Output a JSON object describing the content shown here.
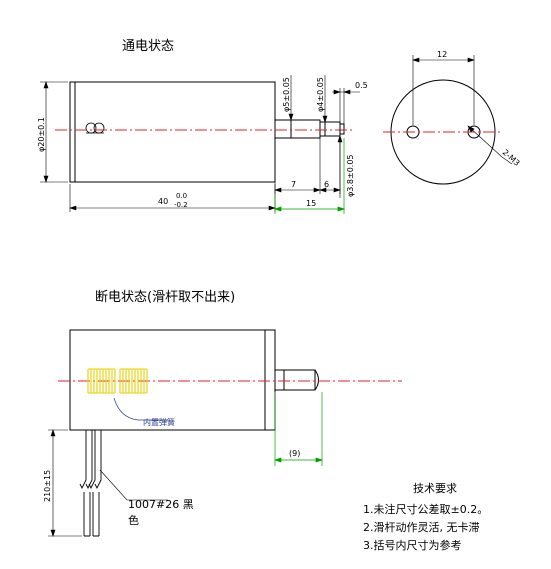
{
  "titles": {
    "energized": "通电状态",
    "de_energized": "断电状态(滑杆取不出来)"
  },
  "dimensions": {
    "body_diameter": "φ20±0.1",
    "body_length_base": "40",
    "body_length_tol_upper": "0.0",
    "body_length_tol_lower": "-0.2",
    "plunger_diameter": "φ5±0.05",
    "tip_diameter": "φ4±0.05",
    "tip_end": "0.5",
    "groove_diameter": "φ3.8±0.05",
    "seg1": "7",
    "seg2": "6",
    "stroke": "15",
    "end_width": "12",
    "thread": "2-M3",
    "stroke_off": "(9)",
    "lead_length": "210±15"
  },
  "labels": {
    "spring": "内置弹簧",
    "wire_line1": "1007#26  黑",
    "wire_line2": "色"
  },
  "notes": {
    "title": "技术要求",
    "items": [
      "1.未注尺寸公差取±0.2。",
      "2.滑杆动作灵活, 无卡滞",
      "3.括号内尺寸为参考"
    ]
  },
  "colors": {
    "outline": "#000000",
    "center_line": "#e02020",
    "dimension": "#00a000",
    "spring": "#e6d000",
    "leader": "#2a3a9a"
  }
}
